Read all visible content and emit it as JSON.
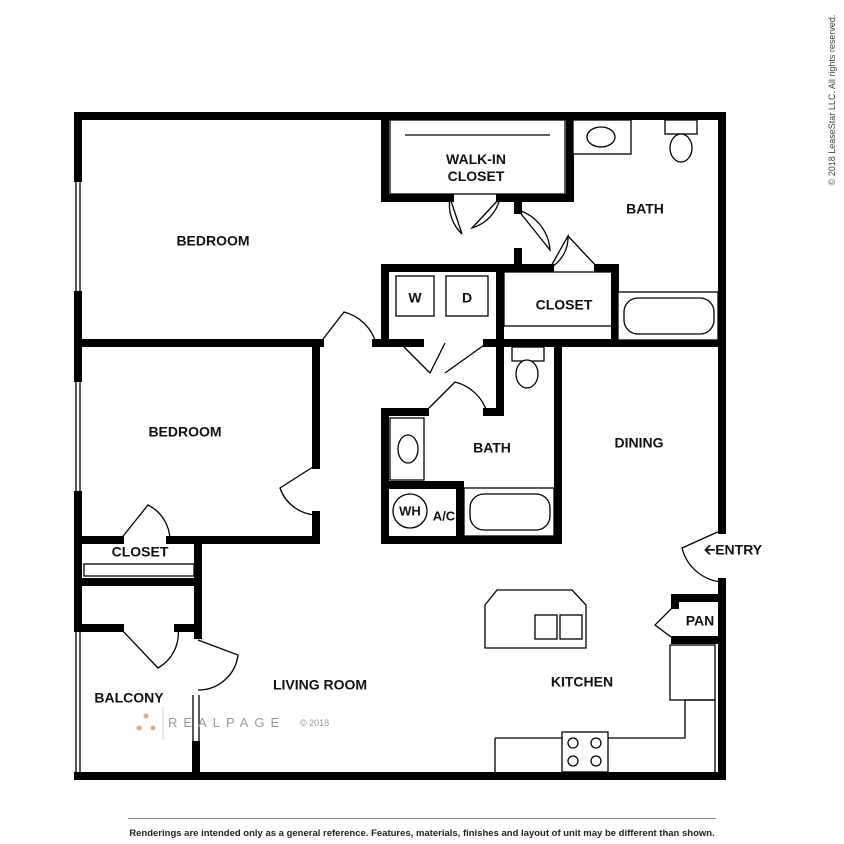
{
  "rooms": {
    "bedroom1": "BEDROOM",
    "walkin_closet": "WALK-IN\nCLOSET",
    "bath1": "BATH",
    "washer": "W",
    "dryer": "D",
    "closet1": "CLOSET",
    "bedroom2": "BEDROOM",
    "bath2": "BATH",
    "dining": "DINING",
    "water_heater": "WH",
    "ac": "A/C",
    "closet2": "CLOSET",
    "entry": "ENTRY",
    "pantry": "PAN",
    "balcony": "BALCONY",
    "living_room": "LIVING ROOM",
    "kitchen": "KITCHEN"
  },
  "watermark": {
    "brand": "REALPAGE",
    "year": "© 2018"
  },
  "copyright": "© 2018 LeaseStar LLC. All rights reserved.",
  "disclaimer": "Renderings are intended only as a general reference. Features, materials, finishes and layout of unit may be different than shown.",
  "colors": {
    "walls": "#000000",
    "logo_dots": "#e8a77c"
  }
}
